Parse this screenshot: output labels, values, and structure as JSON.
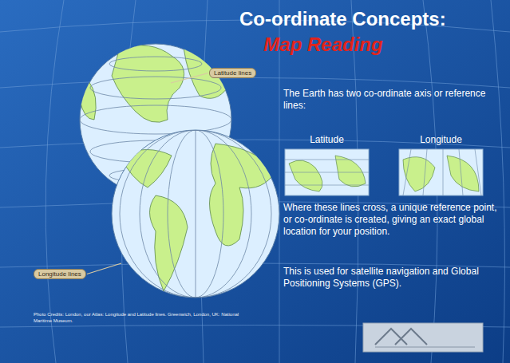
{
  "diagram": {
    "title": "Co-ordinate Concepts:",
    "nodes": [
      {
        "text": [
          "Latitude lines"
        ]
      },
      {
        "text": [
          "Longitude lines"
        ]
      }
    ],
    "labels": [
      "Map Reading",
      "The Earth has two co-ordinate axis or reference lines:",
      "Latitude",
      "Longitude",
      "Where these lines cross, a unique reference point, or co-ordinate is created, giving an exact global location for your position.",
      "This is used for satellite navigation and Global Positioning Systems (GPS).",
      "Photo Credits: London, our Atlas: Longitude and Latitude lines. Greenwich, London, UK: National Maritime Museum."
    ]
  }
}
